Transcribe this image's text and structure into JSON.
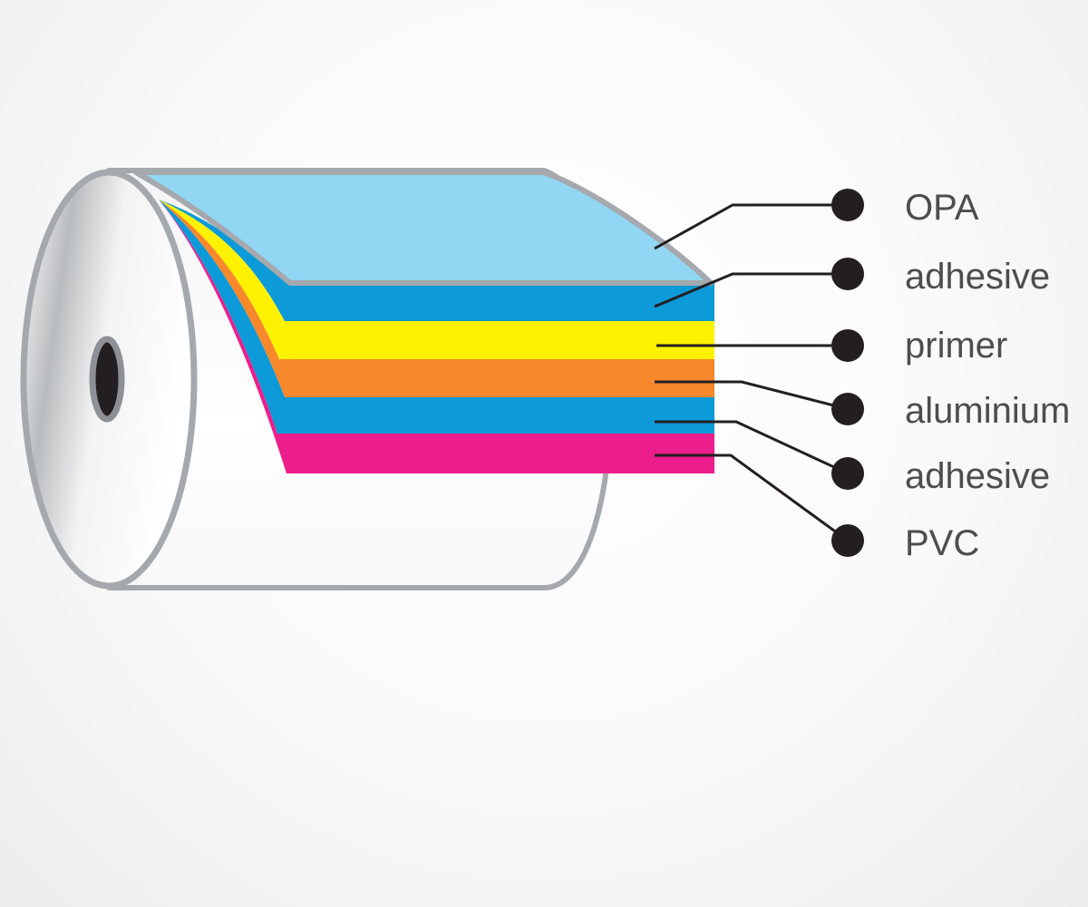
{
  "labels": [
    "OPA",
    "adhesive",
    "primer",
    "aluminium",
    "adhesive",
    "PVC"
  ],
  "colors": {
    "opa": "#91d6f3",
    "adhesive_top": "#0c9ad8",
    "primer": "#fff200",
    "aluminium": "#f7882c",
    "adhesive_bottom": "#0c9ad8",
    "pvc": "#ec1e8c",
    "roll_outline": "#a5a9ad",
    "leader": "#231f20"
  }
}
